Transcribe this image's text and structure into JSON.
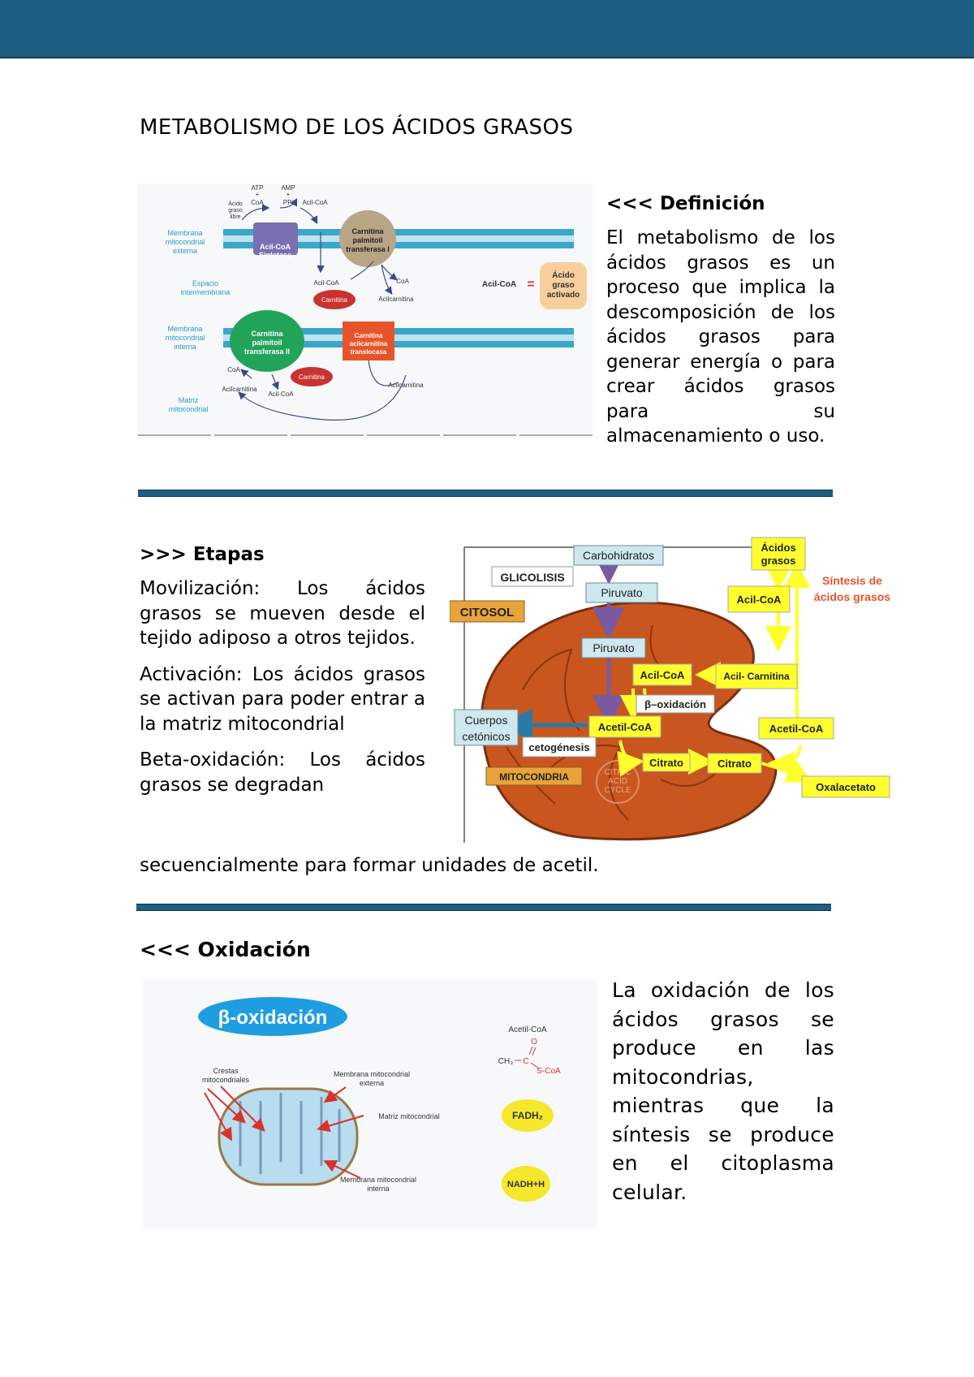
{
  "document": {
    "title": "METABOLISMO DE LOS ÁCIDOS GRASOS"
  },
  "section1": {
    "heading": "<<< Definición",
    "paragraph": "El metabolismo de los ácidos grasos es un proceso que implica la descomposición de los ácidos grasos para generar energía o para crear ácidos grasos para su almacenamiento o uso."
  },
  "figure1": {
    "atp": "ATP",
    "plus1": "+",
    "coa_top": "CoA",
    "amp": "AMP",
    "plus2": "+",
    "ppi": "PPi",
    "acil_coa_top": "Acil-CoA",
    "acido_graso_libre": [
      "Ácido",
      "graso",
      "libre"
    ],
    "membrana_externa": [
      "Membrana",
      "mitocondrial",
      "externa"
    ],
    "espacio": [
      "Espacio",
      "intermembrana"
    ],
    "membrana_interna": [
      "Membrana",
      "mitocondrial",
      "interna"
    ],
    "matriz": [
      "Matriz",
      "mitocondrial"
    ],
    "sintetasa": [
      "Acil-CoA",
      "Sintetasa"
    ],
    "cpt1": [
      "Carnitina",
      "palmitoil",
      "transferasa I"
    ],
    "cpt2": [
      "Carnitina",
      "palmitoil",
      "transferasa II"
    ],
    "translocasa": [
      "Carnitina",
      "acilcarnitina",
      "translocasa"
    ],
    "carnitina": "Carnitina",
    "acil_coa_mid": "Acil-CoA",
    "coa_mid": "CoA",
    "acilcarnitina_mid": "Acilcarnitina",
    "coa_low": "CoA",
    "acilcarnitina_low": "Acilcarnitina",
    "acil_coa_low": "Acil-CoA",
    "acilcarnitina_right": "Acilcarnitina",
    "eq_left": "Acil-CoA",
    "eq_sign": "=",
    "activado": [
      "Ácido",
      "graso",
      "activado"
    ]
  },
  "section2": {
    "heading": ">>> Etapas",
    "movilizacion": "Movilización: Los ácidos grasos se mueven desde el tejido adiposo a otros tejidos.",
    "activacion": "Activación: Los ácidos grasos se activan para poder entrar a la matriz mitocondrial",
    "beta_a": "Beta-oxidación: Los ácidos grasos se degradan",
    "beta_b": "secuencialmente para formar unidades de acetil."
  },
  "figure2": {
    "carbohidratos": "Carbohidratos",
    "glicolisis": "GLICOLISIS",
    "piruvato1": "Piruvato",
    "citosol": "CITOSOL",
    "piruvato2": "Piruvato",
    "acidos_grasos": [
      "Ácidos",
      "grasos"
    ],
    "sintesis": [
      "Síntesis de",
      "ácidos grasos"
    ],
    "acil_coa_right": "Acil-CoA",
    "acil_coa_mito": "Acil-CoA",
    "acil_carnitina": "Acil- Carnitina",
    "beta_oxidacion": "β–oxidación",
    "cuerpos": [
      "Cuerpos",
      "cetónicos"
    ],
    "acetil_coa_mito": "Acetil-CoA",
    "acetil_coa_right": "Acetil-CoA",
    "cetogenesis": "cetogénesis",
    "mitocondria": "MITOCONDRIA",
    "citric": [
      "CITRIC",
      "ACID",
      "CYCLE"
    ],
    "citrato1": "Citrato",
    "citrato2": "Citrato",
    "oxalacetato": "Oxalacetato"
  },
  "section3": {
    "heading": "<<< Oxidación",
    "paragraph": "La oxidación de los ácidos grasos se produce en las mitocondrias, mientras que la síntesis se produce en el citoplasma celular."
  },
  "figure3": {
    "title": "β-oxidación",
    "crestas": [
      "Crestas",
      "mitocondriales"
    ],
    "membrana_externa": [
      "Membrana mitocondrial",
      "externa"
    ],
    "matriz": "Matriz mitocondrial",
    "membrana_interna": [
      "Membrana mitocondrial",
      "interna"
    ],
    "acetil_coa": "Acetil-CoA",
    "o": "O",
    "ch3": "CH₃",
    "c": "C",
    "scoa": "S-CoA",
    "fadh2": "FADH₂",
    "nadh": "NADH+H"
  },
  "colors": {
    "brand": "#1c5f82",
    "membrane": "#3aa6c9",
    "mito_orange": "#c9561e",
    "label_yellow": "#ffff2e",
    "ellipse_blue": "#1e9ee0"
  }
}
